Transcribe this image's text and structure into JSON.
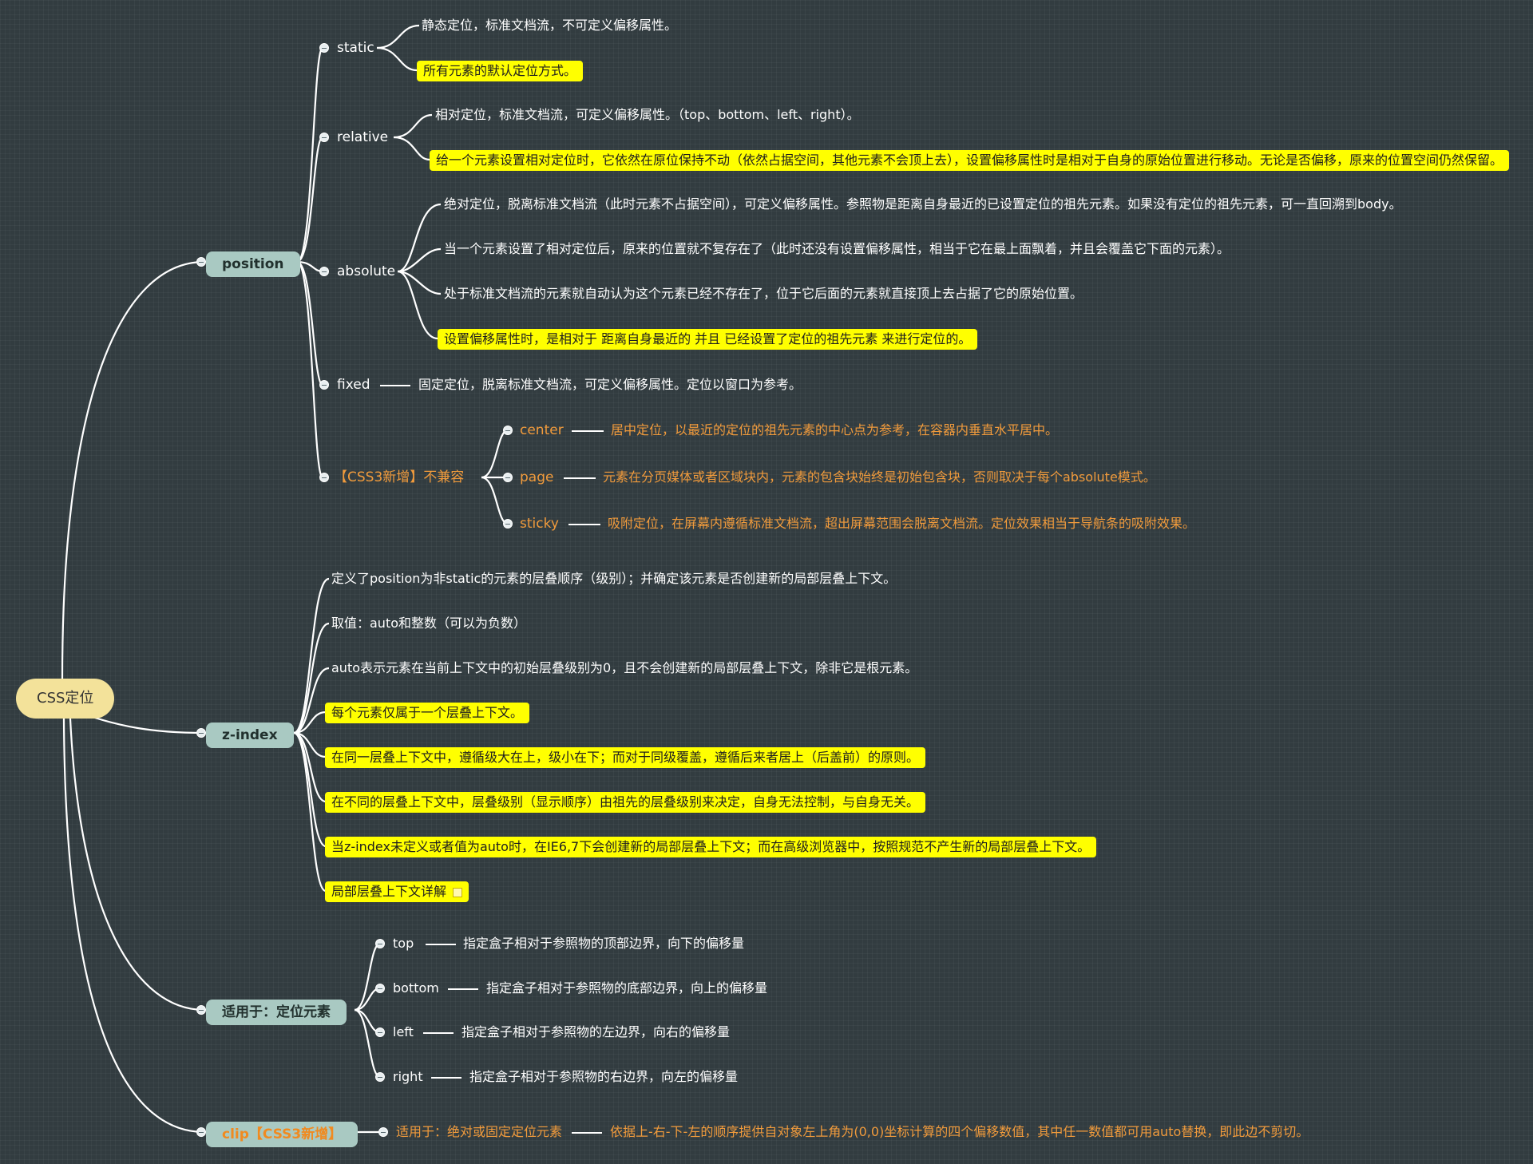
{
  "root": {
    "label": "CSS定位"
  },
  "position": {
    "label": "position",
    "static": {
      "label": "static",
      "items": [
        "静态定位，标准文档流，不可定义偏移属性。",
        "所有元素的默认定位方式。"
      ]
    },
    "relative": {
      "label": "relative",
      "items": [
        "相对定位，标准文档流，可定义偏移属性。（top、bottom、left、right）。",
        "给一个元素设置相对定位时，它依然在原位保持不动（依然占据空间，其他元素不会顶上去），设置偏移属性时是相对于自身的原始位置进行移动。无论是否偏移，原来的位置空间仍然保留。"
      ]
    },
    "absolute": {
      "label": "absolute",
      "items": [
        "绝对定位，脱离标准文档流（此时元素不占据空间），可定义偏移属性。参照物是距离自身最近的已设置定位的祖先元素。如果没有定位的祖先元素，可一直回溯到body。",
        "当一个元素设置了相对定位后，原来的位置就不复存在了（此时还没有设置偏移属性，相当于它在最上面飘着，并且会覆盖它下面的元素）。",
        "处于标准文档流的元素就自动认为这个元素已经不存在了，位于它后面的元素就直接顶上去占据了它的原始位置。",
        "设置偏移属性时，是相对于  距离自身最近的  并且  已经设置了定位的祖先元素  来进行定位的。"
      ]
    },
    "fixed": {
      "label": "fixed",
      "text": "固定定位，脱离标准文档流，可定义偏移属性。定位以窗口为参考。"
    },
    "css3": {
      "label": "【CSS3新增】不兼容",
      "items": [
        {
          "label": "center",
          "text": "居中定位，以最近的定位的祖先元素的中心点为参考，在容器内垂直水平居中。"
        },
        {
          "label": "page",
          "text": "元素在分页媒体或者区域块内，元素的包含块始终是初始包含块，否则取决于每个absolute模式。"
        },
        {
          "label": "sticky",
          "text": "吸附定位，在屏幕内遵循标准文档流，超出屏幕范围会脱离文档流。定位效果相当于导航条的吸附效果。"
        }
      ]
    }
  },
  "zindex": {
    "label": "z-index",
    "items": [
      "定义了position为非static的元素的层叠顺序（级别）；并确定该元素是否创建新的局部层叠上下文。",
      "取值：auto和整数（可以为负数）",
      "auto表示元素在当前上下文中的初始层叠级别为0，且不会创建新的局部层叠上下文，除非它是根元素。",
      "每个元素仅属于一个层叠上下文。",
      "在同一层叠上下文中，遵循级大在上，级小在下；而对于同级覆盖，遵循后来者居上（后盖前）的原则。",
      "在不同的层叠上下文中，层叠级别（显示顺序）由祖先的层叠级别来决定，自身无法控制，与自身无关。",
      "当z-index未定义或者值为auto时，在IE6,7下会创建新的局部层叠上下文；而在高级浏览器中，按照规范不产生新的局部层叠上下文。",
      "局部层叠上下文详解"
    ]
  },
  "applies": {
    "label": "适用于：定位元素",
    "items": [
      {
        "label": "top",
        "text": "指定盒子相对于参照物的顶部边界，向下的偏移量"
      },
      {
        "label": "bottom",
        "text": "指定盒子相对于参照物的底部边界，向上的偏移量"
      },
      {
        "label": "left",
        "text": "指定盒子相对于参照物的左边界，向右的偏移量"
      },
      {
        "label": "right",
        "text": "指定盒子相对于参照物的右边界，向左的偏移量"
      }
    ]
  },
  "clip": {
    "label": "clip【CSS3新增】",
    "applies": "适用于：绝对或固定定位元素",
    "text": "依据上-右-下-左的顺序提供自对象左上角为(0,0)坐标计算的四个偏移数值，其中任一数值都可用auto替换，即此边不剪切。"
  },
  "colors": {
    "background": "#323c40",
    "highlight": "#ffff00",
    "orange": "#f19b3c",
    "pill": "#a9c9c2",
    "root": "#f3e29a"
  }
}
